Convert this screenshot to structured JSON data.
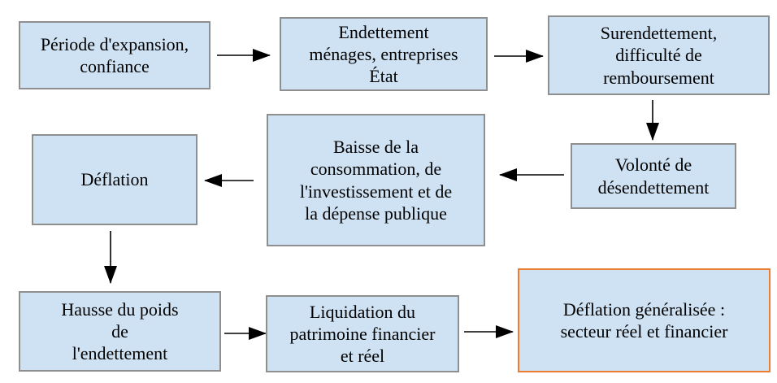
{
  "diagram": {
    "type": "flowchart",
    "colors": {
      "node_fill": "#cfe2f3",
      "node_border": "#8f8f8f",
      "highlight_border": "#ed7d31",
      "arrow": "#000000",
      "text": "#000000",
      "background": "#ffffff"
    },
    "nodes": [
      {
        "id": "expansion",
        "label": "Période d'expansion,\nconfiance"
      },
      {
        "id": "endettement",
        "label": "Endettement\nménages, entreprises\nÉtat"
      },
      {
        "id": "surendettement",
        "label": "Surendettement,\ndifficulté de\nremboursement"
      },
      {
        "id": "volonte",
        "label": "Volonté de\ndésendettement"
      },
      {
        "id": "baisse",
        "label": "Baisse de la\nconsommation, de\nl'investissement et de\nla dépense publique"
      },
      {
        "id": "deflation",
        "label": "Déflation"
      },
      {
        "id": "hausse",
        "label": "Hausse du poids\nde\nl'endettement"
      },
      {
        "id": "liquidation",
        "label": "Liquidation du\npatrimoine financier\net réel"
      },
      {
        "id": "generalisee",
        "label": "Déflation généralisée :\nsecteur réel et financier",
        "highlighted": true
      }
    ],
    "edges": [
      {
        "from": "expansion",
        "to": "endettement",
        "direction": "right"
      },
      {
        "from": "endettement",
        "to": "surendettement",
        "direction": "right"
      },
      {
        "from": "surendettement",
        "to": "volonte",
        "direction": "down"
      },
      {
        "from": "volonte",
        "to": "baisse",
        "direction": "left"
      },
      {
        "from": "baisse",
        "to": "deflation",
        "direction": "left"
      },
      {
        "from": "deflation",
        "to": "hausse",
        "direction": "down"
      },
      {
        "from": "hausse",
        "to": "liquidation",
        "direction": "right"
      },
      {
        "from": "liquidation",
        "to": "generalisee",
        "direction": "right"
      }
    ]
  }
}
